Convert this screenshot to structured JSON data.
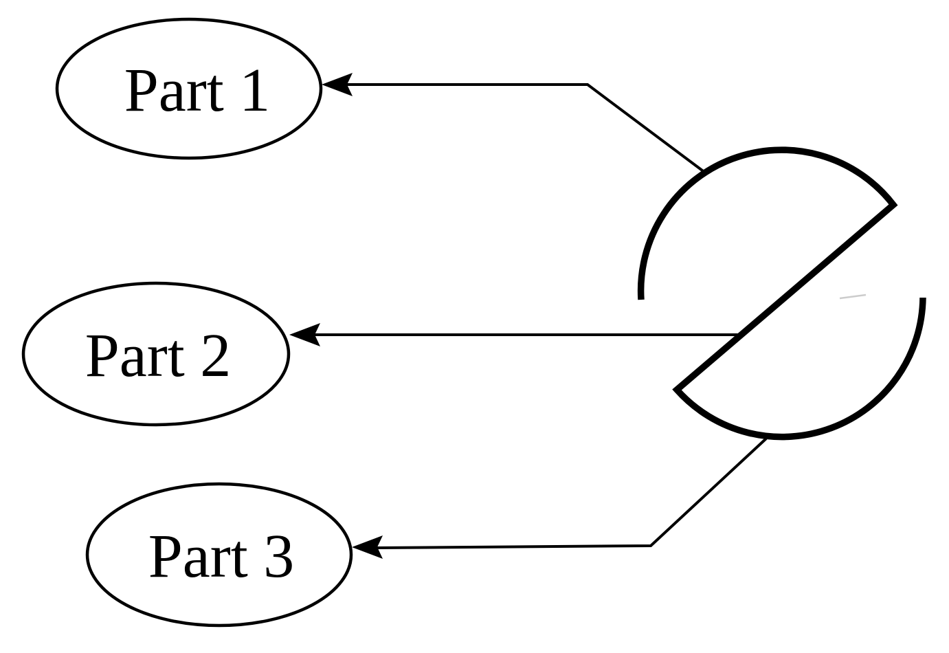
{
  "diagram": {
    "background_color": "#ffffff",
    "ink_color": "#000000",
    "nodes": [
      {
        "id": "part1",
        "label": "Part 1",
        "shape": "ellipse"
      },
      {
        "id": "part2",
        "label": "Part 2",
        "shape": "ellipse"
      },
      {
        "id": "part3",
        "label": "Part 3",
        "shape": "ellipse"
      }
    ],
    "source_icon": {
      "name": "split-circle-icon",
      "description": "circle broken along a diagonal slash into two offset half pieces"
    },
    "edges": [
      {
        "from": "split-circle",
        "to": "part1",
        "arrowhead": "filled-triangle-left"
      },
      {
        "from": "split-circle",
        "to": "part2",
        "arrowhead": "filled-triangle-left"
      },
      {
        "from": "split-circle",
        "to": "part3",
        "arrowhead": "filled-triangle-left"
      }
    ]
  }
}
